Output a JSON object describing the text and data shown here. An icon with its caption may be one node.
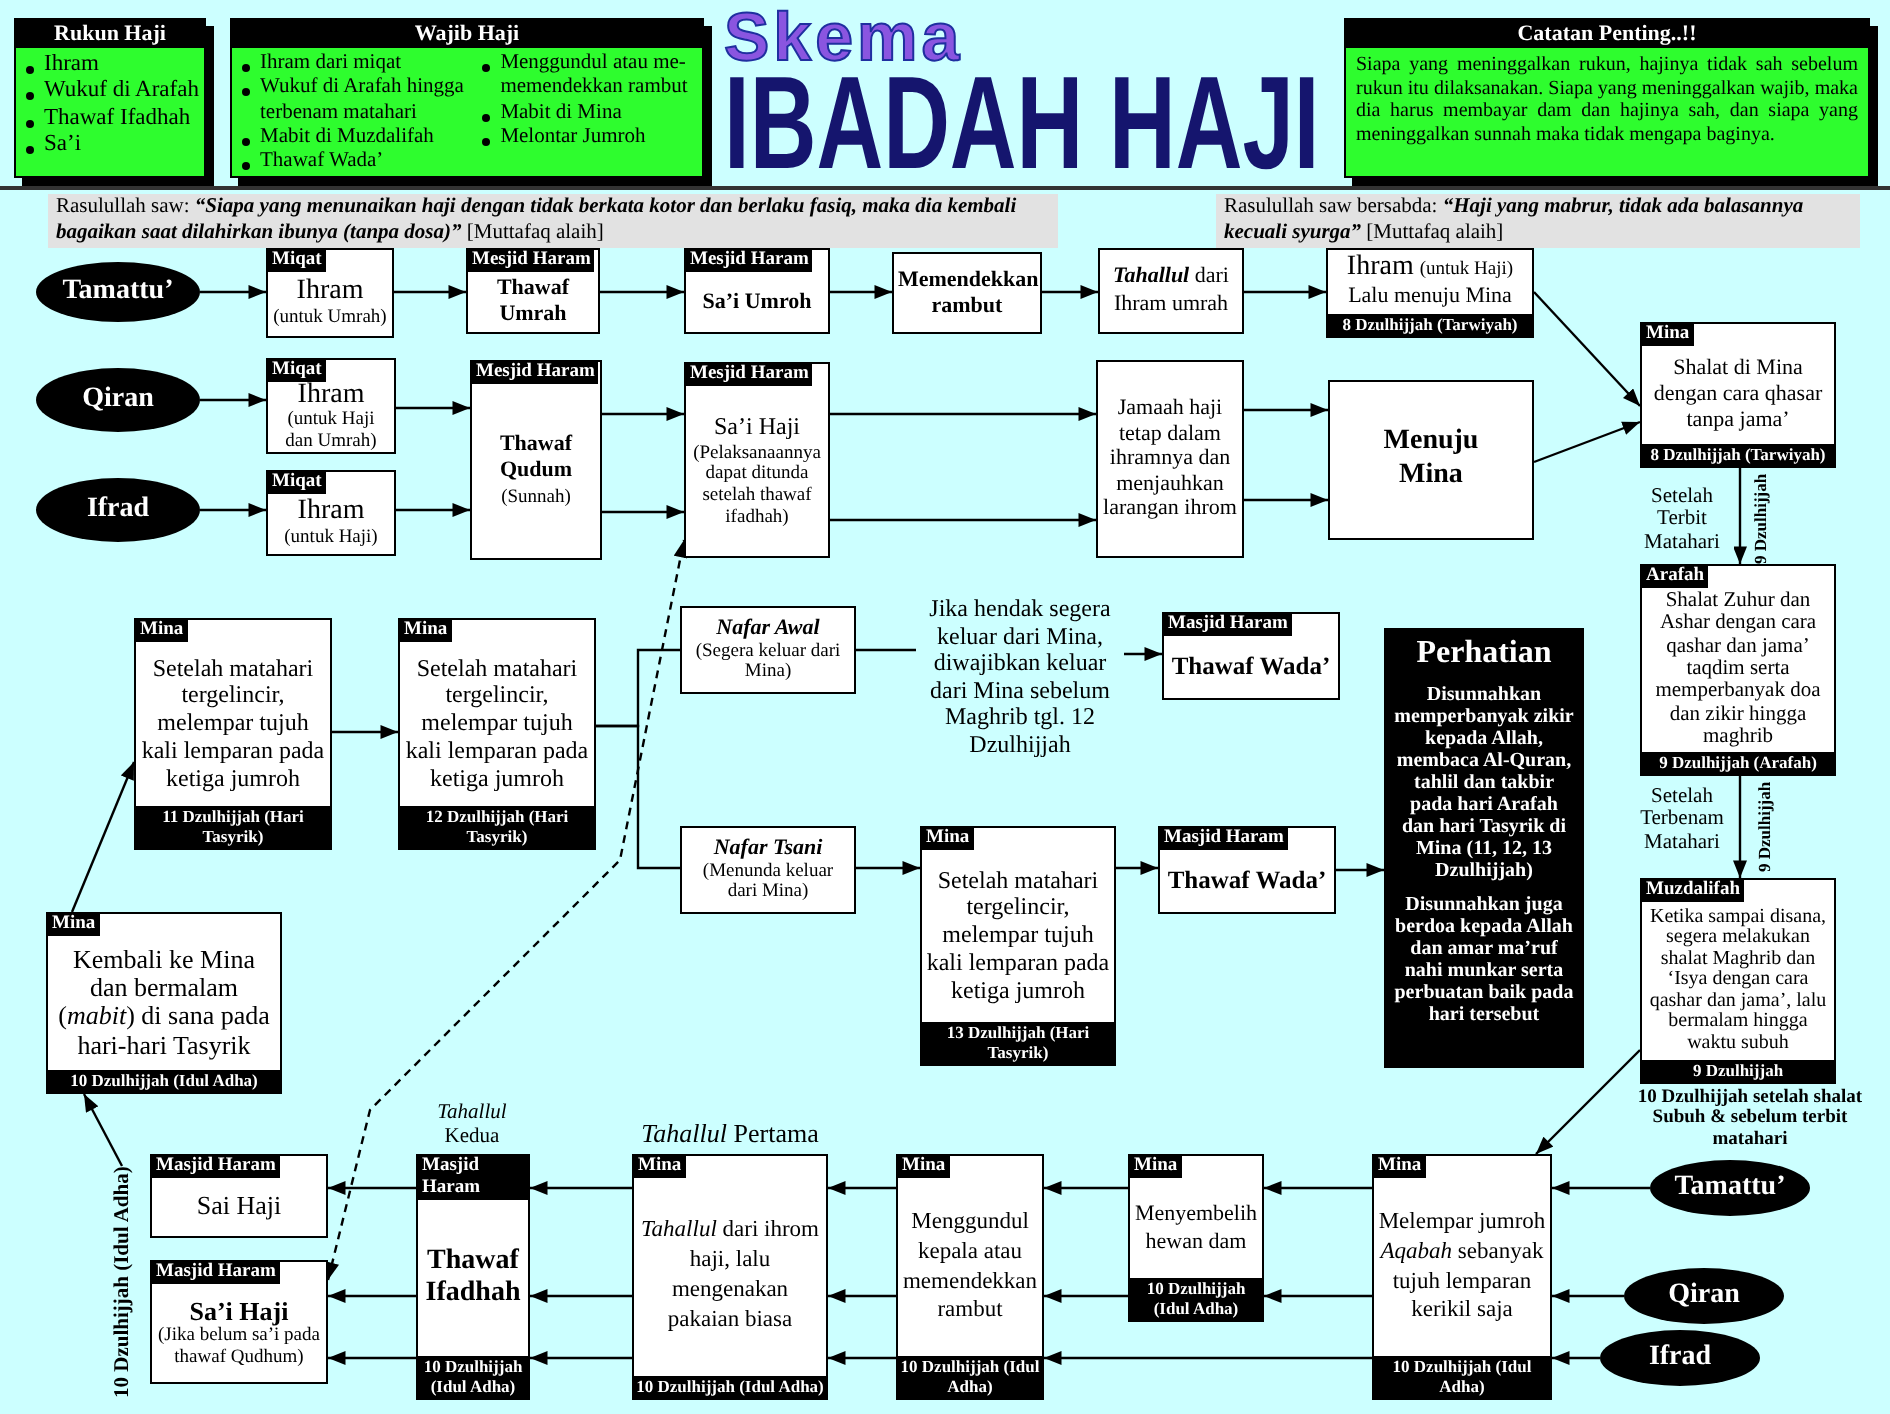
{
  "diagram": {
    "title": "IBADAH HAJI",
    "nodes": [
      {
        "text": [
          "Rukun Haji",
          "Ihram",
          "Wukuf di Arafah",
          "Thawaf Ifadhah",
          "Sa’i"
        ]
      },
      {
        "text": [
          "Wajib Haji",
          "Ihram dari miqat",
          "Wukuf di Arafah hingga terbenam matahari",
          "Mabit di Muzdalifah",
          "Thawaf Wada’",
          "Menggundul atau me-memendekkan rambut",
          "Mabit di Mina",
          "Melontar Jumroh"
        ]
      },
      {
        "text": [
          "Catatan Penting..!!",
          "Siapa yang meninggalkan rukun, hajinya tidak sah sebelum rukun itu dilaksanakan. Siapa yang meninggalkan wajib, maka dia harus membayar dam dan hajinya sah, dan siapa yang meninggalkan sunnah maka tidak mengapa baginya."
        ]
      },
      {
        "text": [
          "Tamattu’"
        ]
      },
      {
        "text": [
          "Miqat",
          "Ihram",
          "(untuk Umrah)"
        ]
      },
      {
        "text": [
          "Mesjid Haram",
          "Thawaf Umrah"
        ]
      },
      {
        "text": [
          "Mesjid Haram",
          "Sa’i Umroh"
        ]
      },
      {
        "text": [
          "Memendekkan rambut"
        ]
      },
      {
        "text": [
          "*Tahallul* dari Ihram umrah"
        ]
      },
      {
        "text": [
          "Ihram",
          "(untuk Haji)",
          "Lalu menuju Mina",
          "8 Dzulhijjah (Tarwiyah)"
        ]
      },
      {
        "text": [
          "Qiran"
        ]
      },
      {
        "text": [
          "Miqat",
          "Ihram",
          "(untuk Haji dan Umrah)"
        ]
      },
      {
        "text": [
          "Mesjid Haram",
          "Thawaf Qudum",
          "(Sunnah)"
        ]
      },
      {
        "text": [
          "Mesjid Haram",
          "Sa’i Haji",
          "(Pelaksanaannya dapat ditunda setelah thawaf ifadhah)"
        ]
      },
      {
        "text": [
          "Jamaah haji tetap dalam ihramnya dan menjauhkan larangan ihrom"
        ]
      },
      {
        "text": [
          "Menuju Mina"
        ]
      },
      {
        "text": [
          "Mina",
          "Shalat di Mina dengan cara qhasar tanpa jama’",
          "8 Dzulhijjah (Tarwiyah)"
        ]
      },
      {
        "text": [
          "Ifrad"
        ]
      },
      {
        "text": [
          "Miqat",
          "Ihram",
          "(untuk Haji)"
        ]
      },
      {
        "text": [
          "Arafah",
          "Shalat Zuhur dan Ashar dengan cara qashar dan jama’ taqdim serta memperbanyak doa dan zikir hingga maghrib",
          "9 Dzulhijjah (Arafah)"
        ]
      },
      {
        "text": [
          "Muzdalifah",
          "Ketika sampai disana, segera melakukan shalat Maghrib dan ‘Isya dengan cara qashar dan jama’, lalu bermalam hingga waktu subuh",
          "9 Dzulhijjah"
        ]
      },
      {
        "text": [
          "Mina",
          "Setelah matahari tergelincir, melempar tujuh kali lemparan pada ketiga jumroh",
          "11 Dzulhijjah (Hari Tasyrik)"
        ]
      },
      {
        "text": [
          "Mina",
          "Setelah matahari tergelincir, melempar tujuh kali lemparan pada ketiga jumroh",
          "12 Dzulhijjah (Hari Tasyrik)"
        ]
      },
      {
        "text": [
          "Nafar Awal",
          "(Segera keluar dari Mina)"
        ]
      },
      {
        "text": [
          "Jika hendak segera keluar dari Mina, diwajibkan keluar dari Mina sebelum Maghrib tgl. 12 Dzulhijjah"
        ]
      },
      {
        "text": [
          "Masjid Haram",
          "Thawaf Wada’"
        ]
      },
      {
        "text": [
          "Perhatian",
          "Disunnahkan memperbanyak zikir kepada Allah, membaca Al-Quran, tahlil dan takbir pada hari Arafah dan hari Tasyrik di Mina (11, 12, 13 Dzulhijjah)",
          "Disunnahkan juga berdoa kepada Allah dan amar ma’ruf nahi munkar serta perbuatan baik pada hari tersebut"
        ]
      },
      {
        "text": [
          "Nafar Tsani",
          "(Menunda keluar dari Mina)"
        ]
      },
      {
        "text": [
          "Mina",
          "Setelah matahari tergelincir, melempar tujuh kali lemparan pada ketiga jumroh",
          "13 Dzulhijjah (Hari Tasyrik)"
        ]
      },
      {
        "text": [
          "Masjid Haram",
          "Thawaf Wada’"
        ]
      },
      {
        "text": [
          "Mina",
          "Kembali ke Mina dan bermalam (*mabit*) di sana pada hari-hari Tasyrik",
          "10 Dzulhijjah (Idul Adha)"
        ]
      },
      {
        "text": [
          "10 Dzulhijjah (Idul Adha)"
        ]
      },
      {
        "text": [
          "Masjid Haram",
          "Sai Haji"
        ]
      },
      {
        "text": [
          "Masjid Haram",
          "Sa’i Haji",
          "(Jika belum sa’i pada thawaf Qudhum)"
        ]
      },
      {
        "text": [
          "Masjid Haram",
          "Thawaf Ifadhah",
          "10 Dzulhijjah (Idul Adha)"
        ],
        "beside": [
          "*Tahallul* Kedua"
        ]
      },
      {
        "text": [
          "Mina",
          "*Tahallul* dari ihrom haji, lalu mengenakan pakaian biasa",
          "10 Dzulhijjah (Idul Adha)"
        ],
        "beside": [
          "*Tahallul* Pertama"
        ]
      },
      {
        "text": [
          "Mina",
          "Menggundul kepala atau memendekkan rambut",
          "10 Dzulhijjah (Idul Adha)"
        ]
      },
      {
        "text": [
          "Mina",
          "Menyembelih hewan dam",
          "10 Dzulhijjah (Idul Adha)"
        ]
      },
      {
        "text": [
          "Mina",
          "Melempar jumroh *Aqabah* sebanyak tujuh lemparan kerikil saja",
          "10 Dzulhijjah (Idul Adha)"
        ]
      },
      {
        "text": [
          "Tamattu’"
        ]
      },
      {
        "text": [
          "Qiran"
        ]
      },
      {
        "text": [
          "Ifrad"
        ]
      }
    ],
    "edges": [
      {
        "from": 3,
        "to": 4,
        "arrow": "to"
      },
      {
        "from": 4,
        "to": 5,
        "arrow": "to"
      },
      {
        "from": 5,
        "to": 6,
        "arrow": "to"
      },
      {
        "from": 6,
        "to": 7,
        "arrow": "to"
      },
      {
        "from": 7,
        "to": 8,
        "arrow": "to"
      },
      {
        "from": 8,
        "to": 9,
        "arrow": "to"
      },
      {
        "from": 9,
        "to": 16,
        "arrow": "to"
      },
      {
        "from": 10,
        "to": 11,
        "arrow": "to"
      },
      {
        "from": 11,
        "to": 12,
        "arrow": "to"
      },
      {
        "from": 17,
        "to": 18,
        "arrow": "to"
      },
      {
        "from": 18,
        "to": 12,
        "arrow": "to"
      },
      {
        "from": 12,
        "to": 13,
        "arrow": "to"
      },
      {
        "from": 12,
        "to": 13,
        "arrow": "to"
      },
      {
        "from": 13,
        "to": 14,
        "arrow": "to"
      },
      {
        "from": 13,
        "to": 14,
        "arrow": "to"
      },
      {
        "from": 14,
        "to": 15,
        "arrow": "to"
      },
      {
        "from": 14,
        "to": 15,
        "arrow": "to"
      },
      {
        "from": 15,
        "to": 16,
        "arrow": "to"
      },
      {
        "from": 16,
        "to": 19,
        "arrow": "to",
        "label": "Setelah Terbit Matahari"
      },
      {
        "from": 19,
        "to": 20,
        "arrow": "to",
        "label": "Setelah Terbenam Matahari"
      },
      {
        "from": 20,
        "to": 38,
        "arrow": "to",
        "label": "10 Dzulhijjah setelah shalat Subuh & sebelum terbit matahari"
      },
      {
        "from": 39,
        "to": 38,
        "arrow": "to"
      },
      {
        "from": 40,
        "to": 38,
        "arrow": "to"
      },
      {
        "from": 41,
        "to": 38,
        "arrow": "to"
      },
      {
        "from": 38,
        "to": 37,
        "arrow": "to"
      },
      {
        "from": 38,
        "to": 37,
        "arrow": "to"
      },
      {
        "from": 38,
        "to": 36,
        "arrow": "to"
      },
      {
        "from": 37,
        "to": 36,
        "arrow": "to"
      },
      {
        "from": 37,
        "to": 36,
        "arrow": "to"
      },
      {
        "from": 36,
        "to": 35,
        "arrow": "to"
      },
      {
        "from": 36,
        "to": 35,
        "arrow": "to"
      },
      {
        "from": 36,
        "to": 35,
        "arrow": "to"
      },
      {
        "from": 35,
        "to": 34,
        "arrow": "to"
      },
      {
        "from": 35,
        "to": 34,
        "arrow": "to"
      },
      {
        "from": 35,
        "to": 34,
        "arrow": "to"
      },
      {
        "from": 34,
        "to": 32,
        "arrow": "to"
      },
      {
        "from": 34,
        "to": 33,
        "arrow": "to"
      },
      {
        "from": 34,
        "to": 33,
        "arrow": "to"
      },
      {
        "from": 31,
        "to": 30,
        "arrow": "to"
      },
      {
        "from": 30,
        "to": 21,
        "arrow": "to"
      },
      {
        "from": 21,
        "to": 22,
        "arrow": "to"
      },
      {
        "from": 22,
        "to": 23,
        "arrow": "none"
      },
      {
        "from": 22,
        "to": 27,
        "arrow": "none"
      },
      {
        "from": 23,
        "to": 24,
        "arrow": "none"
      },
      {
        "from": 24,
        "to": 25,
        "arrow": "to"
      },
      {
        "from": 27,
        "to": 28,
        "arrow": "to"
      },
      {
        "from": 28,
        "to": 29,
        "arrow": "to"
      },
      {
        "from": 29,
        "to": 26,
        "arrow": "to"
      },
      {
        "from": 33,
        "to": 13,
        "arrow": "both",
        "style": "dashed"
      }
    ],
    "labels": [
      "Skema",
      "Rasulullah saw: **“Siapa yang menunaikan haji dengan tidak berkata kotor dan berlaku fasiq, maka dia kembali bagaikan saat dilahirkan ibunya (tanpa dosa)”** [Muttafaq alaih]",
      "Rasulullah saw bersabda: **“Haji yang mabrur, tidak ada balasannya kecuali syurga”** [Muttafaq alaih]",
      "9 Dzulhijjah",
      "9 Dzulhijjah"
    ]
  }
}
